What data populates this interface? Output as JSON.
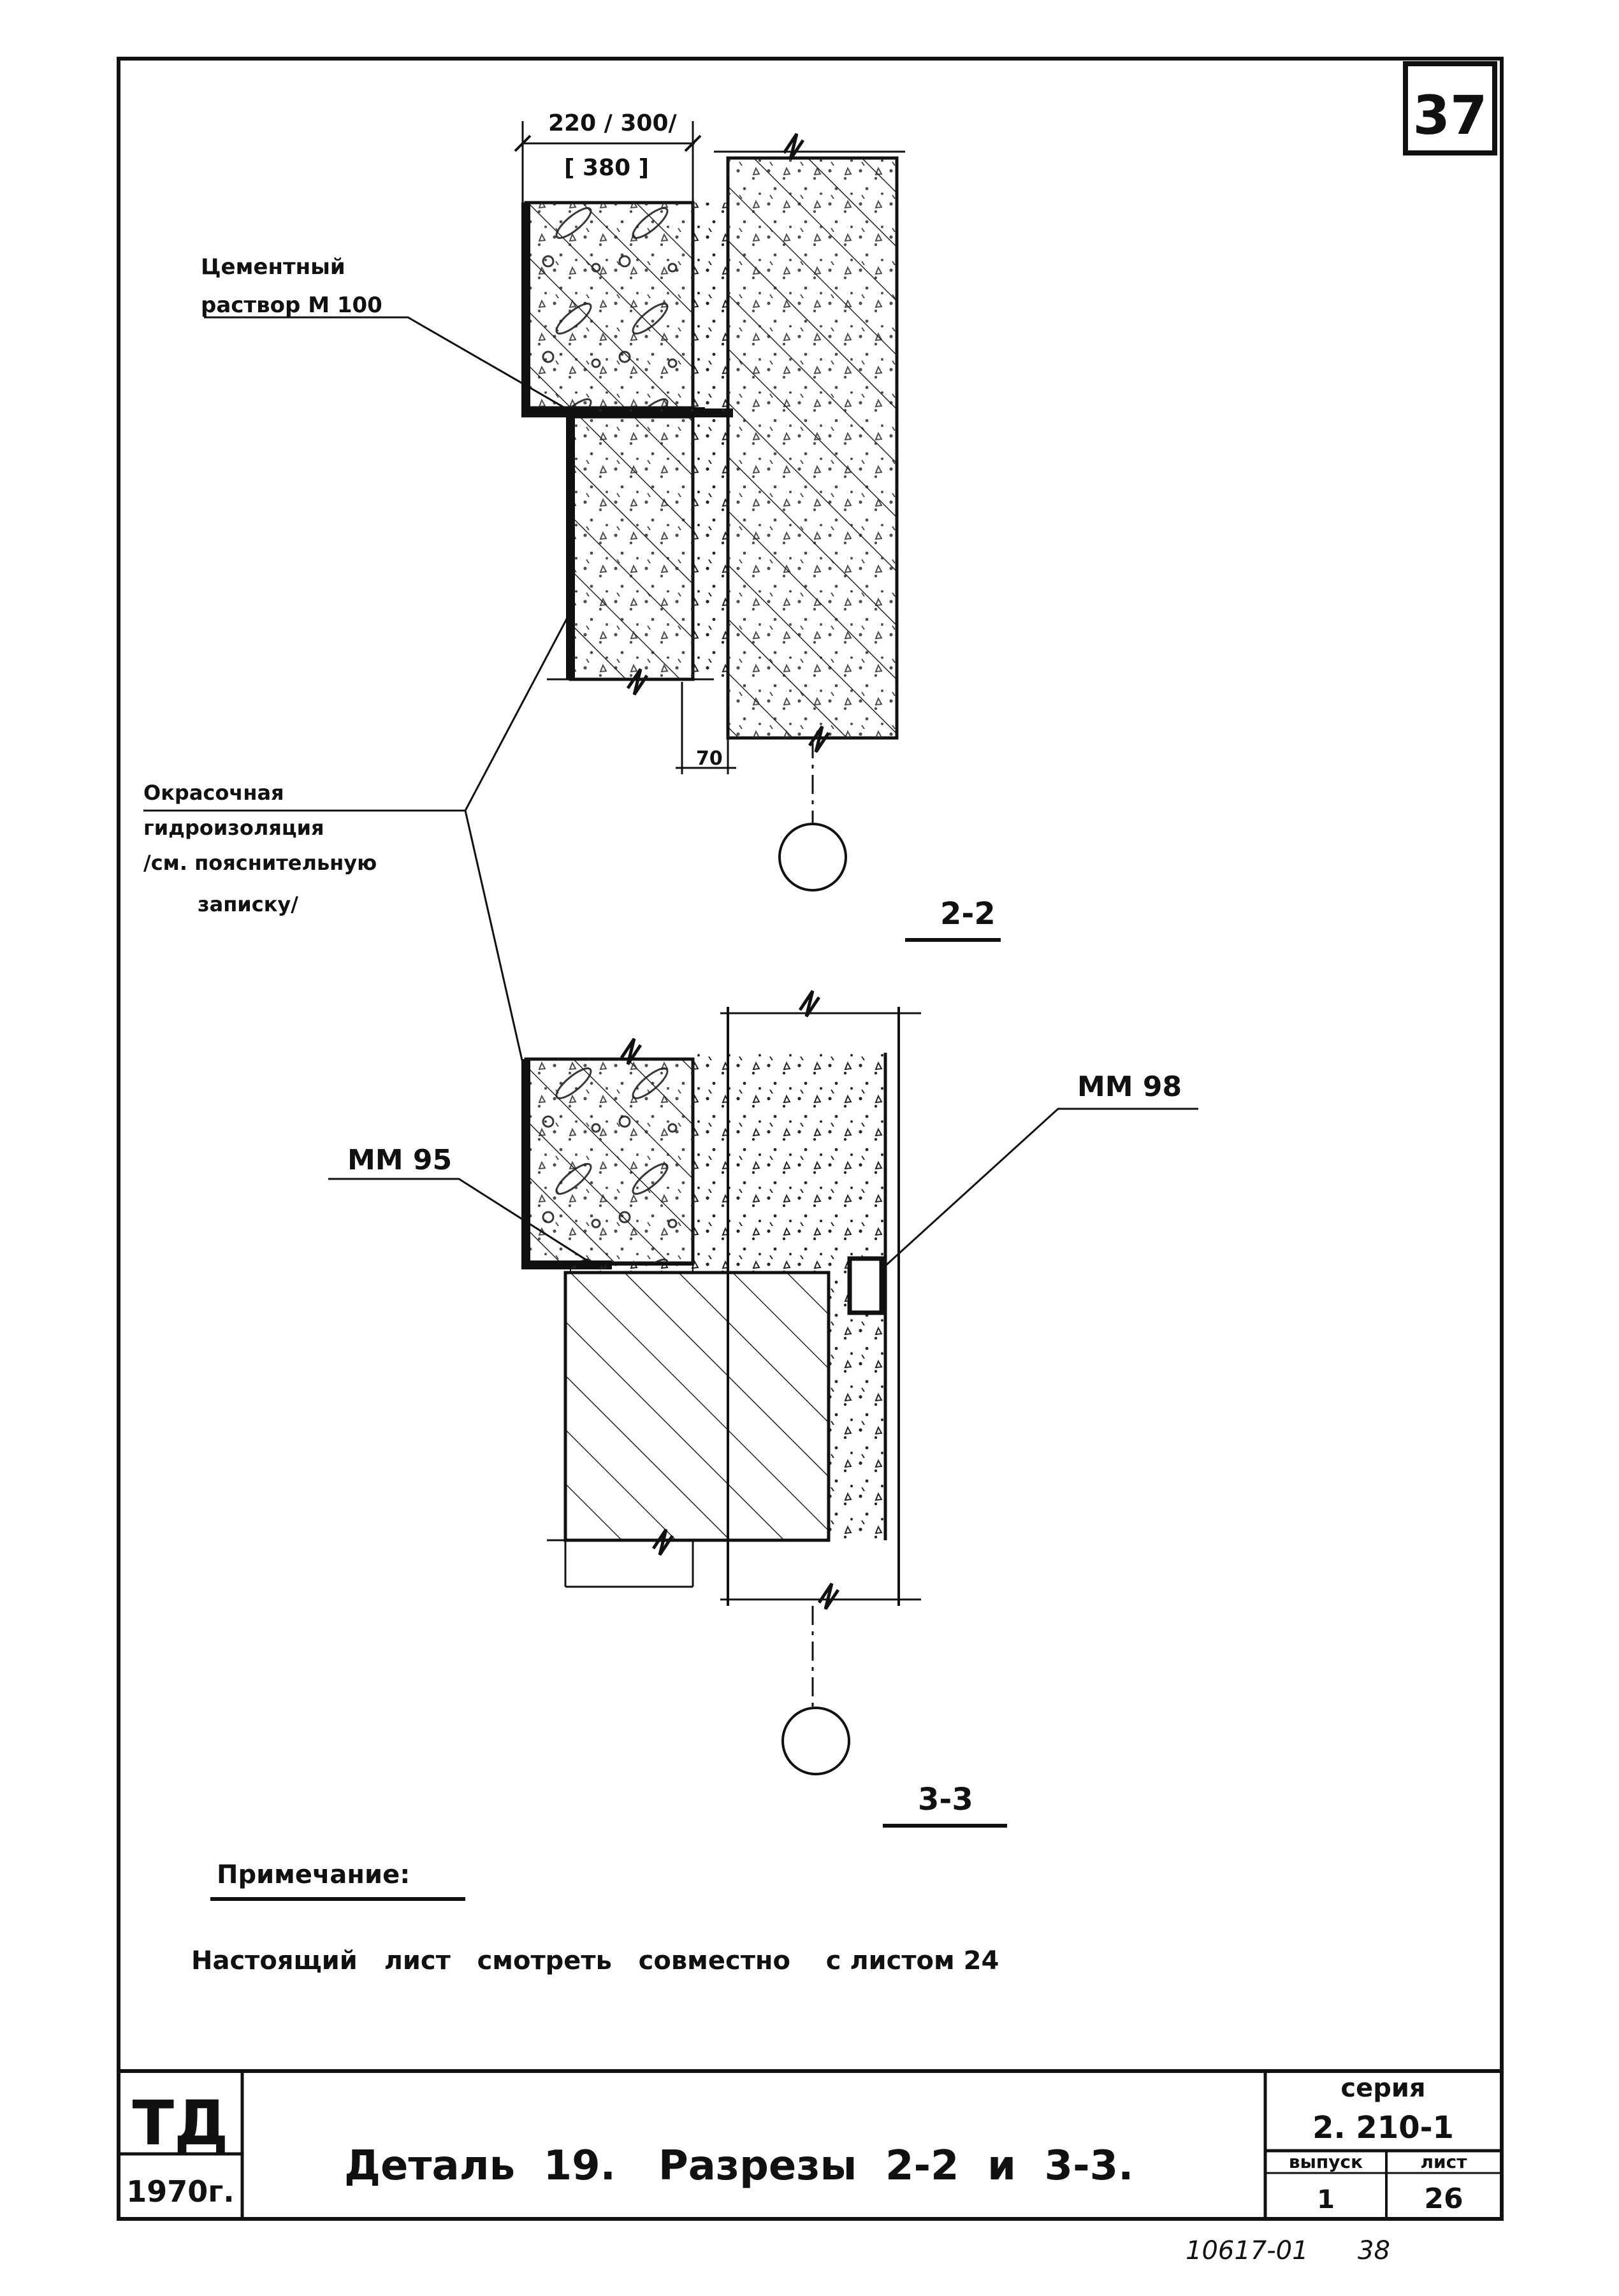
{
  "sheet": {
    "page_corner_number": "37",
    "bottom_stamp": "10617-01",
    "bottom_stamp_page": "38"
  },
  "section_2_2": {
    "title": "2-2",
    "dim_top": "220 / 300/",
    "dim_top_alt": "[ 380 ]",
    "dim_bottom": "70",
    "label_mortar_line1": "Цементный",
    "label_mortar_line2": "раствор  М 100"
  },
  "waterproofing": {
    "line1": "Окрасочная",
    "line2": "гидроизоляция",
    "line3": "/см. пояснительную",
    "line4": "записку/"
  },
  "section_3_3": {
    "title": "3-3",
    "label_left": "ММ 95",
    "label_right": "ММ 98"
  },
  "note": {
    "heading": "Примечание:",
    "text": "Настоящий   лист   смотреть   совместно    с листом 24"
  },
  "title_block": {
    "org": "ТД",
    "year": "1970г.",
    "title": "Деталь  19.   Разрезы  2-2  и  3-3.",
    "series_label": "серия",
    "series_value": "2. 210-1",
    "issue_label": "выпуск",
    "issue_value": "1",
    "sheet_label": "лист",
    "sheet_value": "26"
  }
}
